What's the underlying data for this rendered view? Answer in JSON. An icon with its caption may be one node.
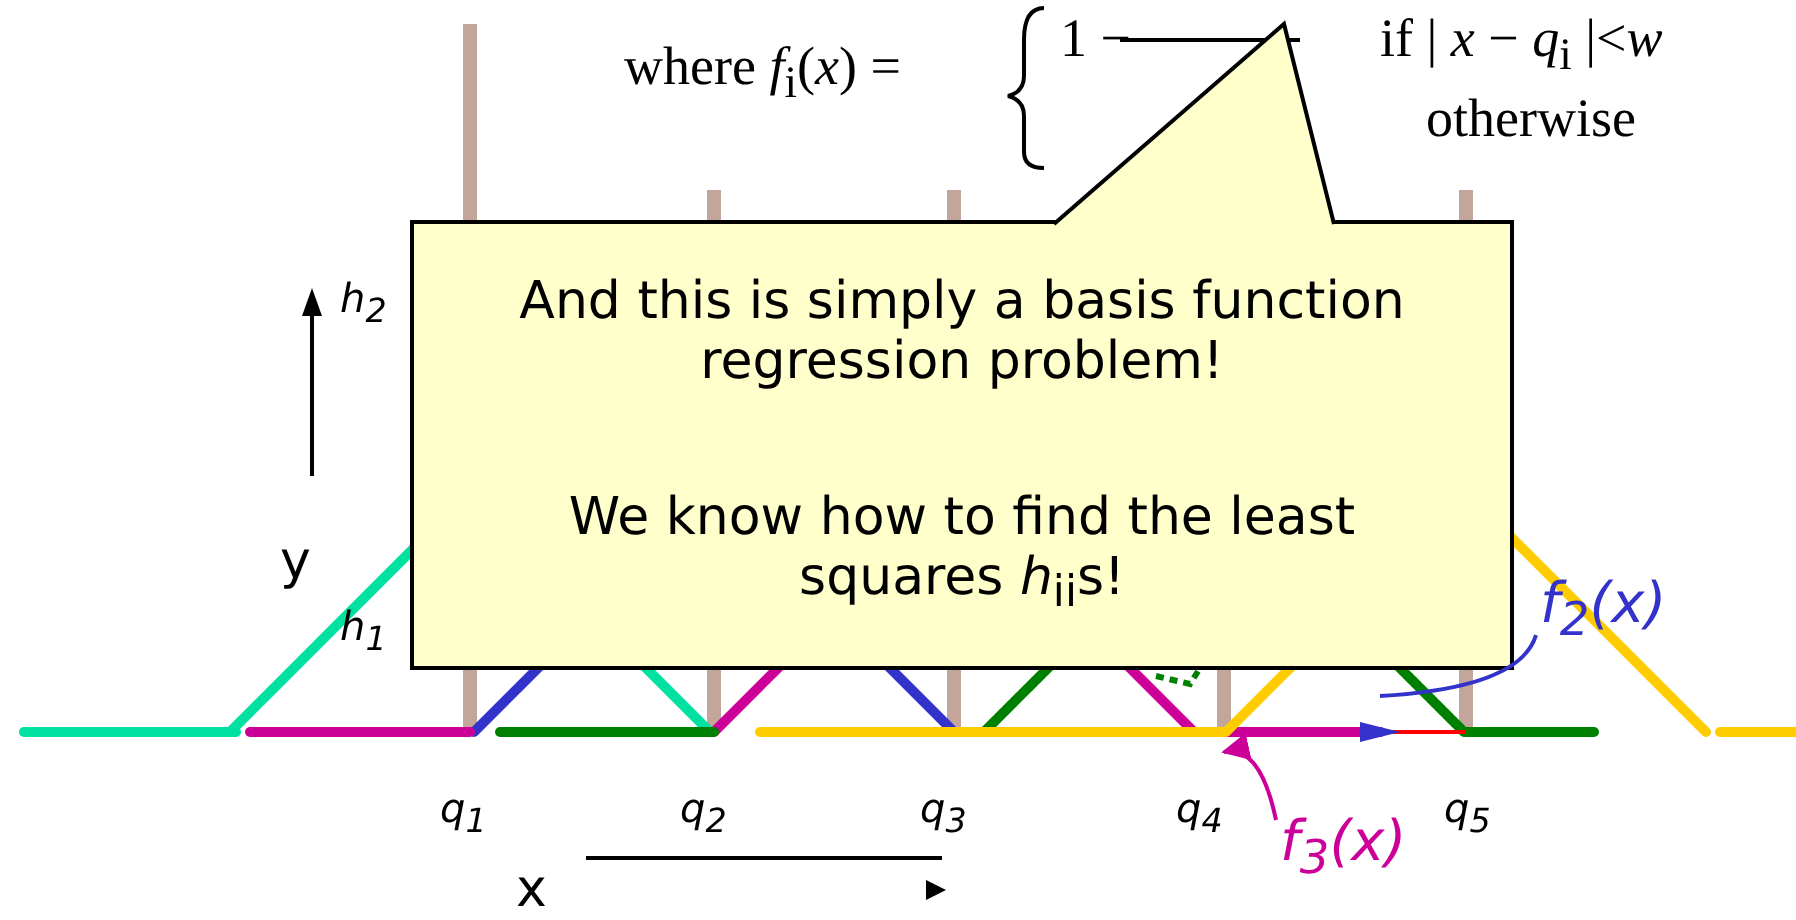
{
  "diagram": {
    "nodes": [
      {
        "text": [
          "And this is simply a basis function regression problem!",
          "We know how to find the least squares *h*$_{ii}$s!"
        ]
      },
      {
        "text": [
          "f$_{2}$(x)"
        ]
      },
      {
        "text": [
          "f$_{3}$(x)"
        ]
      }
    ],
    "edges": [
      {
        "from": 1,
        "to": null,
        "arrow": "none",
        "color": "#3333cc"
      },
      {
        "from": 2,
        "to": null,
        "arrow": "to",
        "color": "#cc0099"
      }
    ],
    "labels": [
      "where *f*$_{i}$(*x*) =",
      "1 −",
      "if | *x* − *q*$_{i}$ |<*w*",
      "otherwise",
      "*h*$_{2}$",
      "y",
      "*h*$_{1}$",
      "*q*$_{1}$",
      "*q*$_{2}$",
      "*q*$_{3}$",
      "*q*$_{4}$",
      "*q*$_{5}$",
      "x"
    ]
  }
}
